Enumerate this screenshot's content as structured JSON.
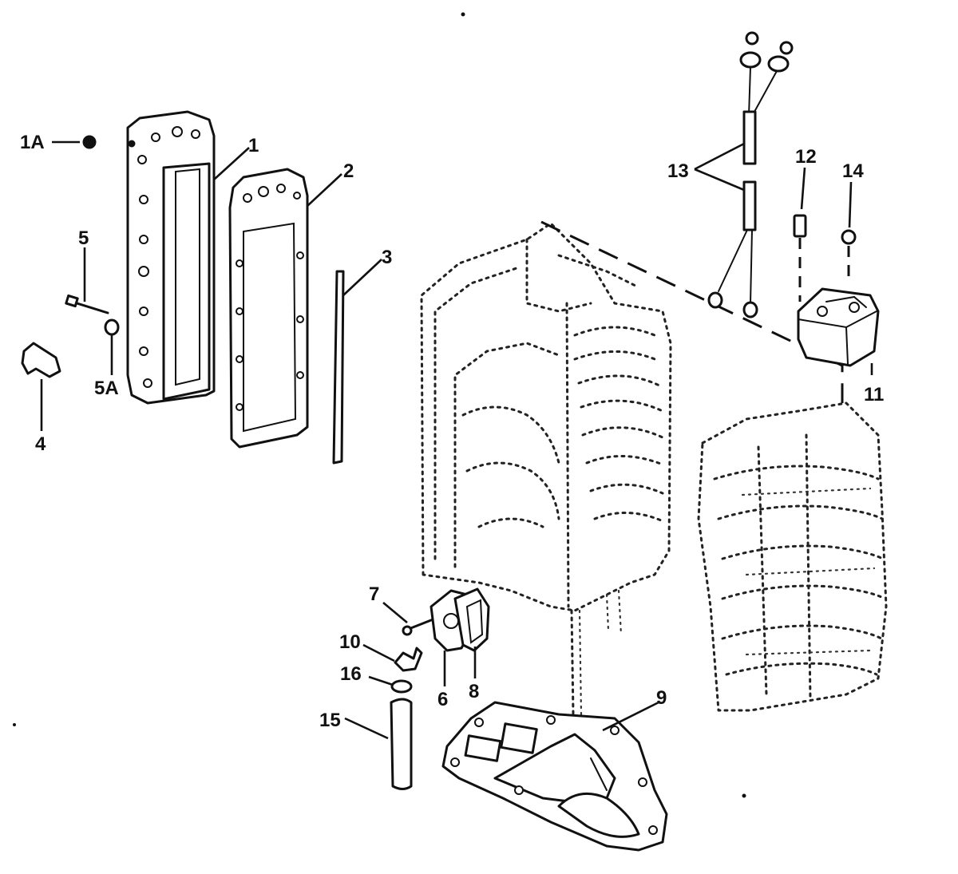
{
  "diagram": {
    "callouts": [
      "1A",
      "1",
      "2",
      "3",
      "4",
      "5",
      "5A",
      "6",
      "7",
      "8",
      "9",
      "10",
      "11",
      "12",
      "13",
      "14",
      "15",
      "16"
    ]
  }
}
